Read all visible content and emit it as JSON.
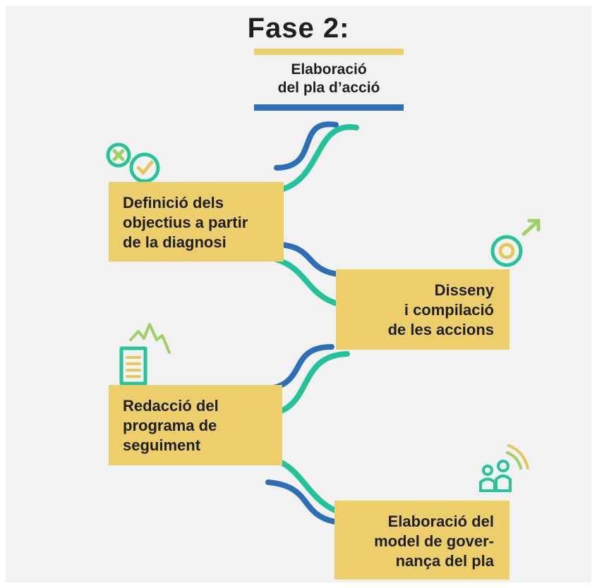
{
  "header": {
    "title": "Fase 2:",
    "subtitle": "Elaboració\ndel pla d’acció"
  },
  "steps": [
    {
      "label": "Definició dels\nobjectius a partir\nde la diagnosi",
      "icon": "check-cross-icon"
    },
    {
      "label": "Disseny\ni compilació\nde les accions",
      "icon": "target-arrow-icon"
    },
    {
      "label": "Redacció del\nprograma de\nseguiment",
      "icon": "document-chart-icon"
    },
    {
      "label": "Elaboració del\nmodel de gover-\nnança del pla",
      "icon": "people-signal-icon"
    }
  ],
  "colors": {
    "background": "#f2f2f2",
    "box": "#eccf6b",
    "yellow": "#eccf6b",
    "blue": "#2d6fb6",
    "green": "#22c29a",
    "icon_green": "#27c49b",
    "icon_yellow": "#e6c85a",
    "icon_lime": "#9ed164",
    "text": "#1f1f1f"
  }
}
